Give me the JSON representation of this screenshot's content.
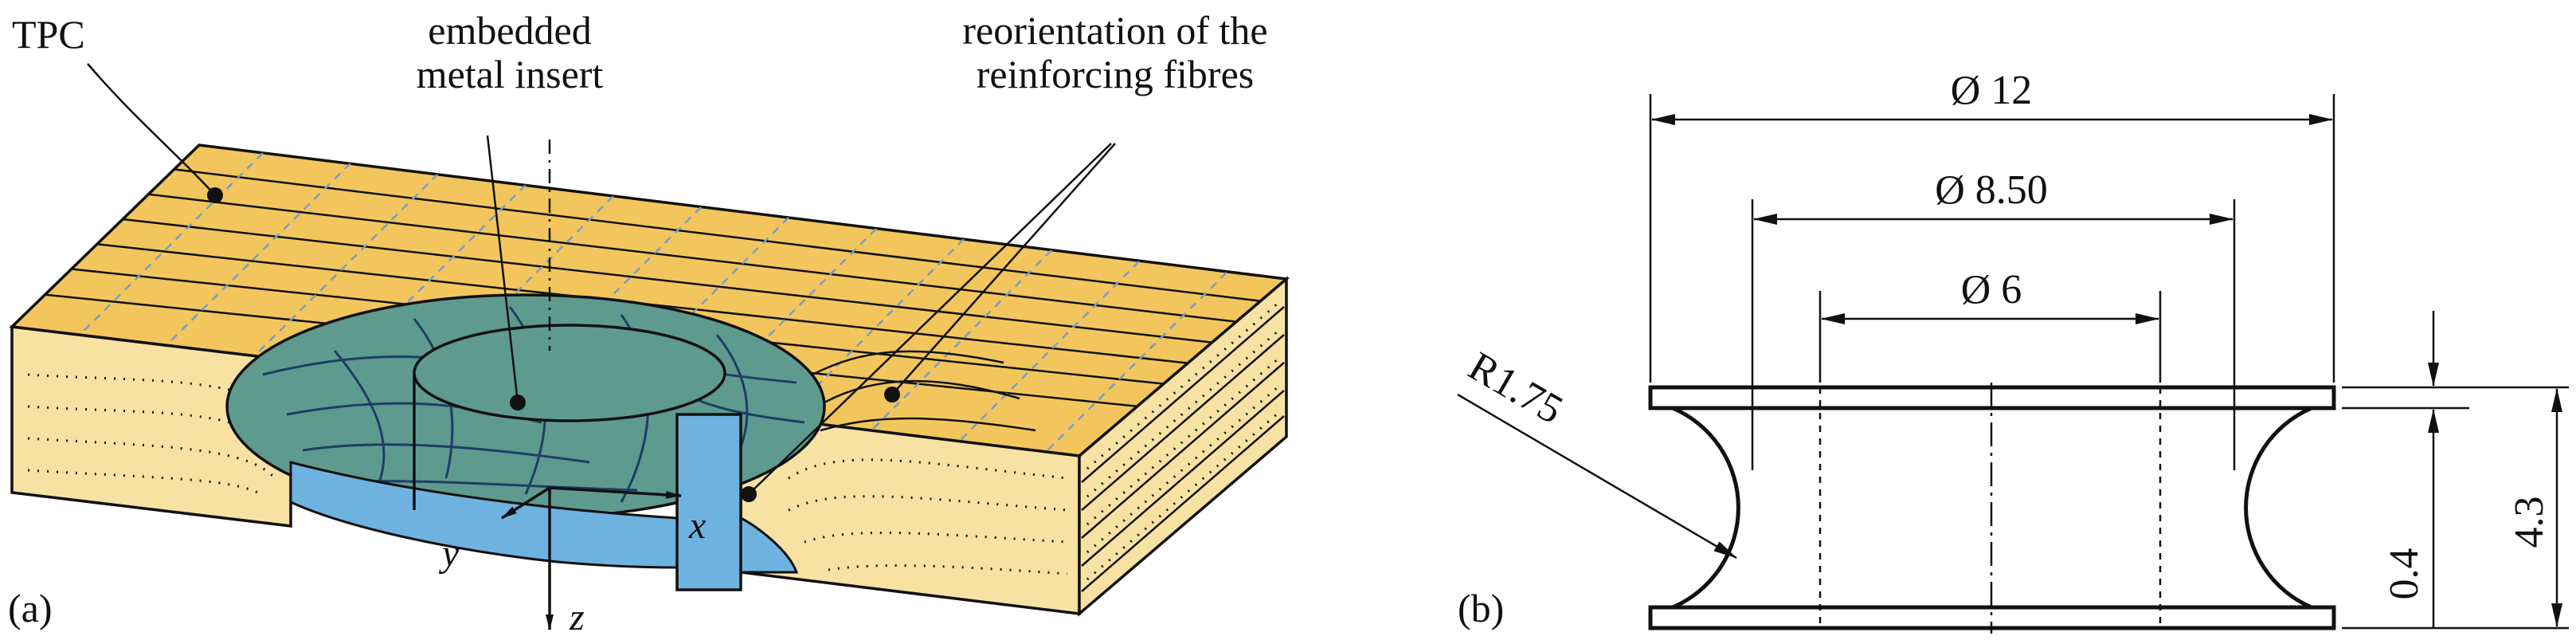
{
  "panel_a": {
    "label": "(a)",
    "callouts": {
      "tpc": "TPC",
      "insert_line1": "embedded",
      "insert_line2": "metal insert",
      "fibres_line1": "reorientation of the",
      "fibres_line2": "reinforcing fibres"
    },
    "axes": {
      "x": "x",
      "y": "y",
      "z": "z"
    },
    "colors": {
      "tpc_top": "#f2c65c",
      "tpc_side": "#f7e2a4",
      "insert_top": "#5f9a8f",
      "insert_side": "#6eb3e0",
      "fibre_lines": "#1f3d66",
      "dashed_fibres": "#7a9cc8"
    }
  },
  "panel_b": {
    "label": "(b)",
    "dimensions": {
      "outer_diameter": "Ø 12",
      "mid_diameter": "Ø 8.50",
      "inner_diameter": "Ø 6",
      "radius": "R1.75",
      "flange": "0.4",
      "height": "4.3"
    }
  }
}
